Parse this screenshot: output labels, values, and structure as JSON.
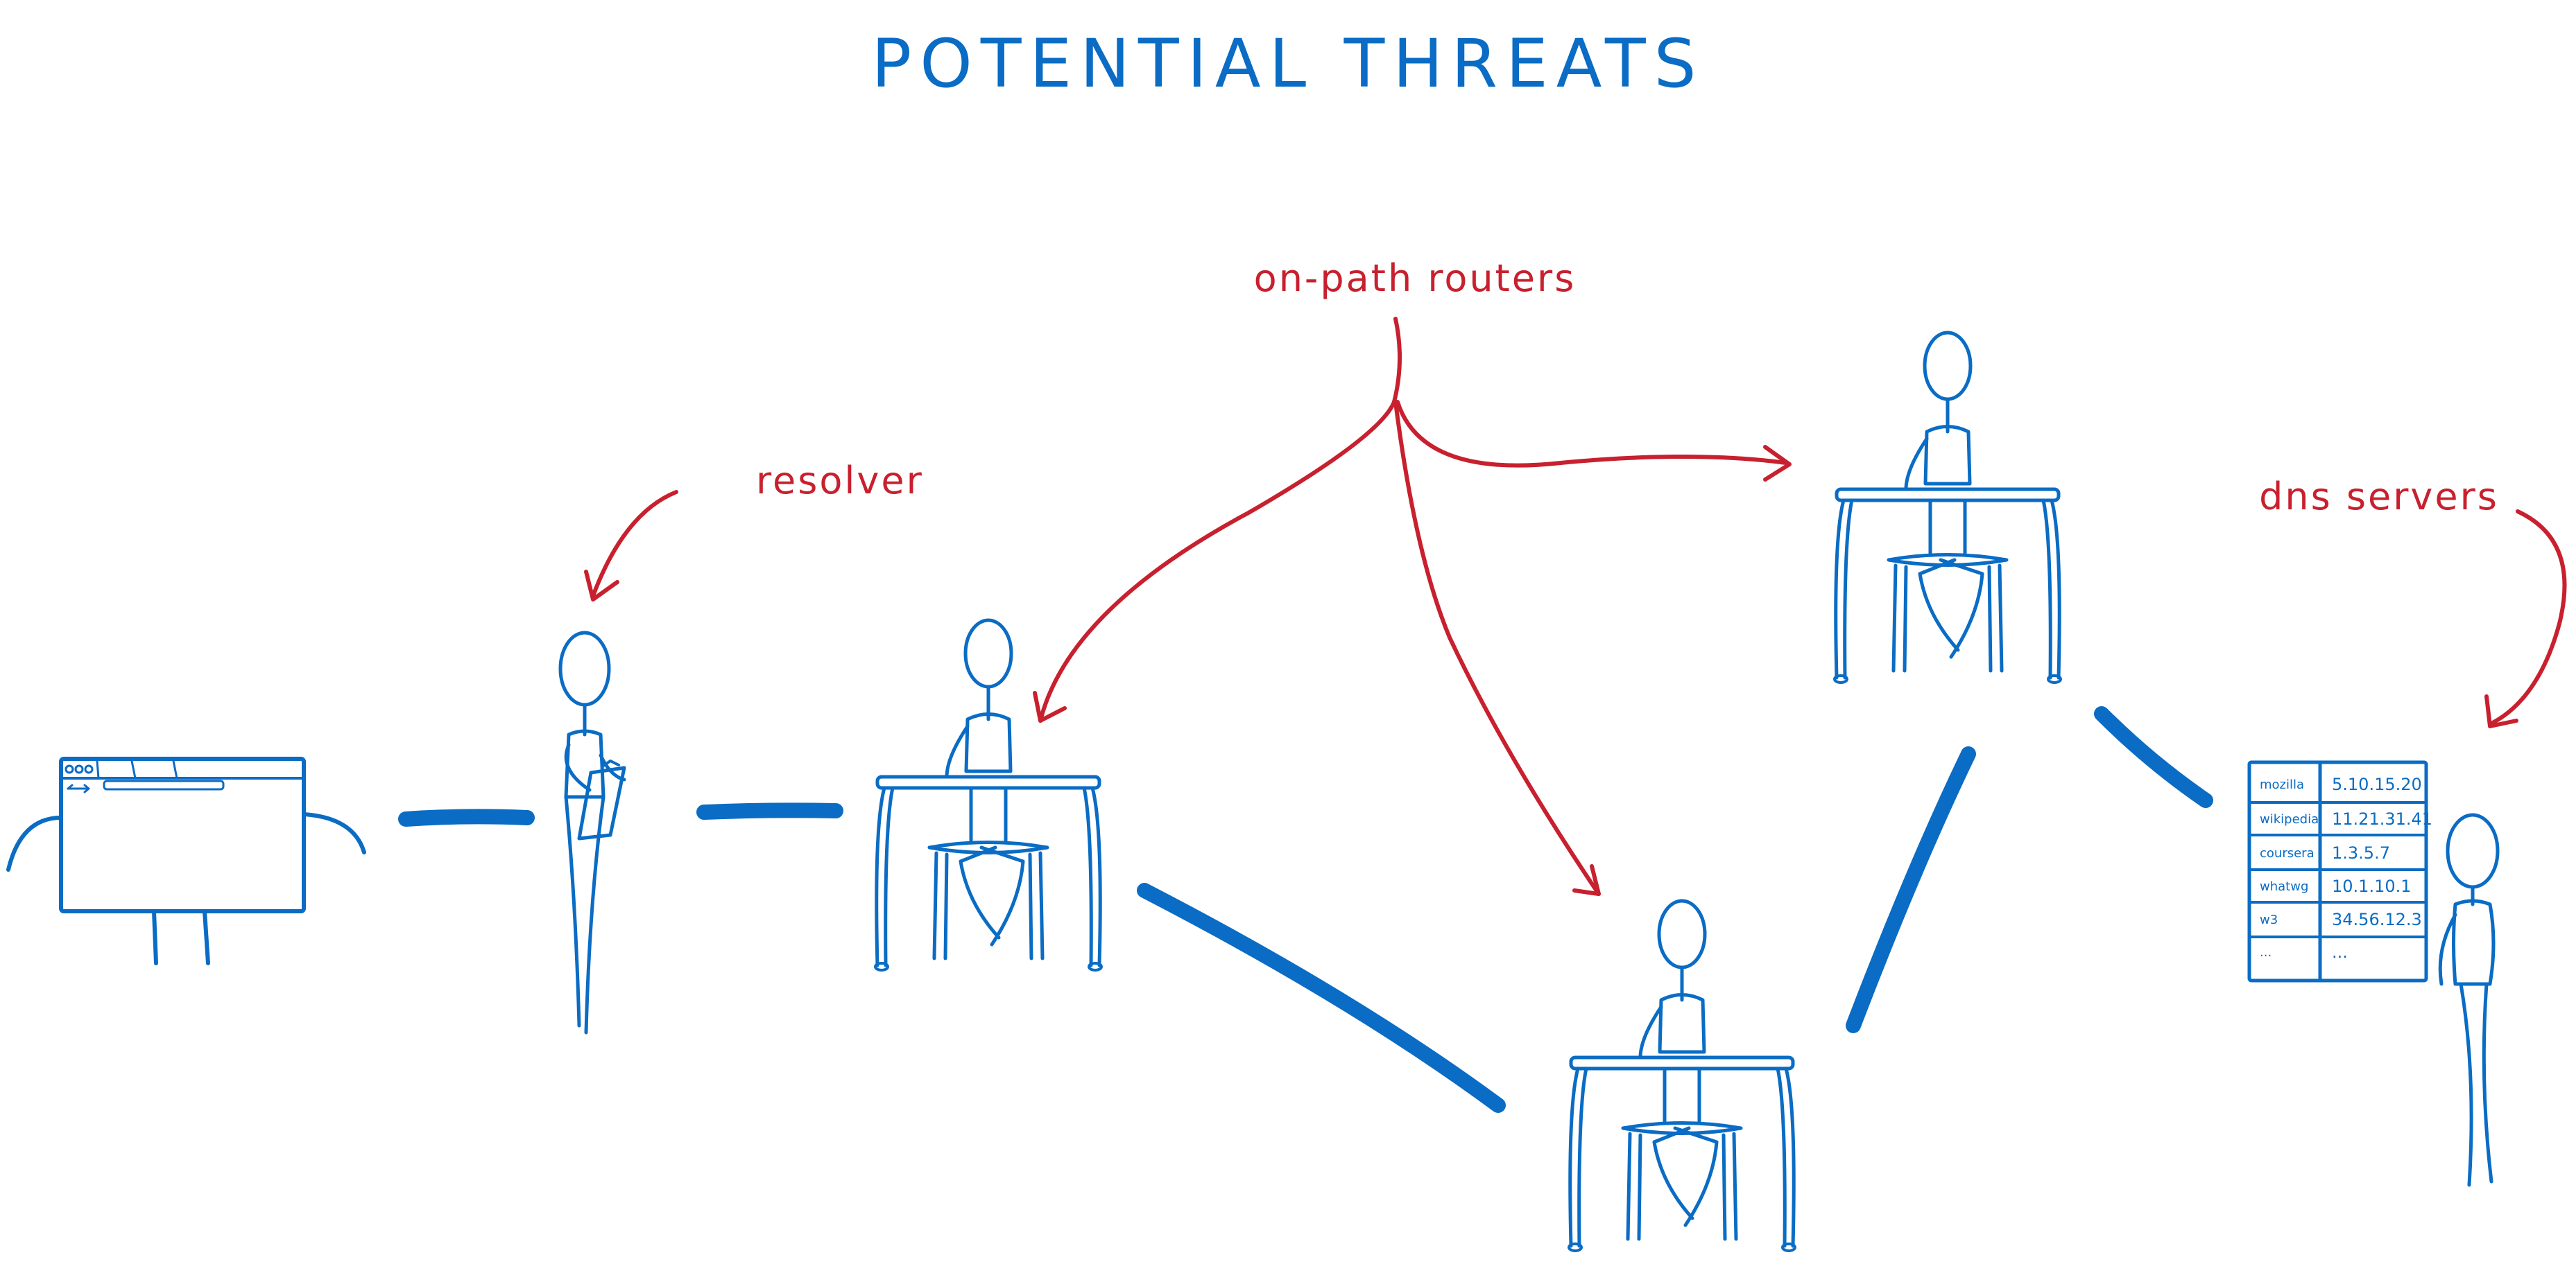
{
  "title": "POTENTIAL THREATS",
  "labels": {
    "resolver": "resolver",
    "routers": "on-path routers",
    "dns_servers": "dns servers"
  },
  "dns_table": [
    {
      "name": "mozilla",
      "ip": "5.10.15.20"
    },
    {
      "name": "wikipedia",
      "ip": "11.21.31.41"
    },
    {
      "name": "coursera",
      "ip": "1.3.5.7"
    },
    {
      "name": "whatwg",
      "ip": "10.1.10.1"
    },
    {
      "name": "w3",
      "ip": "34.56.12.3"
    },
    {
      "name": "...",
      "ip": "..."
    }
  ],
  "colors": {
    "ink_blue": "#0a6cc4",
    "annotation_red": "#c8202e"
  },
  "icons": [
    "browser-window-character",
    "resolver-figure-with-clipboard",
    "router-figure-at-desk",
    "dns-server-figure-with-table"
  ]
}
